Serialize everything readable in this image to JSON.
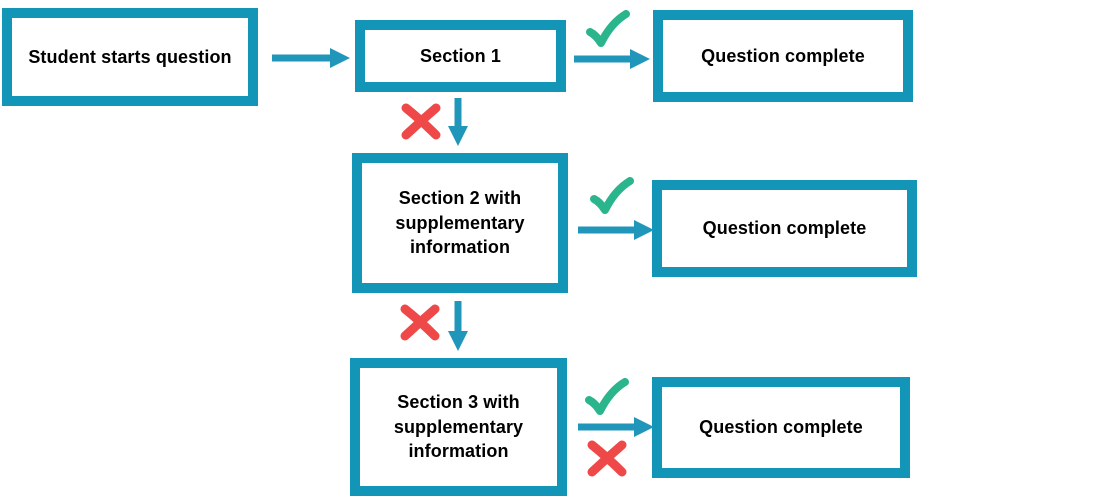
{
  "diagram": {
    "type": "flowchart",
    "nodes": {
      "start": {
        "label": "Student starts question"
      },
      "section1": {
        "label": "Section 1"
      },
      "complete1": {
        "label": "Question complete"
      },
      "section2": {
        "label": "Section 2 with supplementary information"
      },
      "complete2": {
        "label": "Question complete"
      },
      "section3": {
        "label": "Section 3 with supplementary information"
      },
      "complete3": {
        "label": "Question complete"
      }
    },
    "edges": [
      {
        "from": "start",
        "to": "section1",
        "outcome": "start"
      },
      {
        "from": "section1",
        "to": "complete1",
        "outcome": "correct",
        "icon": "checkmark-icon"
      },
      {
        "from": "section1",
        "to": "section2",
        "outcome": "incorrect",
        "icon": "cross-icon"
      },
      {
        "from": "section2",
        "to": "complete2",
        "outcome": "correct",
        "icon": "checkmark-icon"
      },
      {
        "from": "section2",
        "to": "section3",
        "outcome": "incorrect",
        "icon": "cross-icon"
      },
      {
        "from": "section3",
        "to": "complete3",
        "outcome": "correct-or-incorrect",
        "icon": "checkmark-icon cross-icon"
      }
    ]
  },
  "colors": {
    "box_border": "#1295b6",
    "arrow": "#2096ba",
    "check": "#2bb58c",
    "cross": "#ee4848",
    "text": "#000000",
    "background": "#ffffff"
  }
}
